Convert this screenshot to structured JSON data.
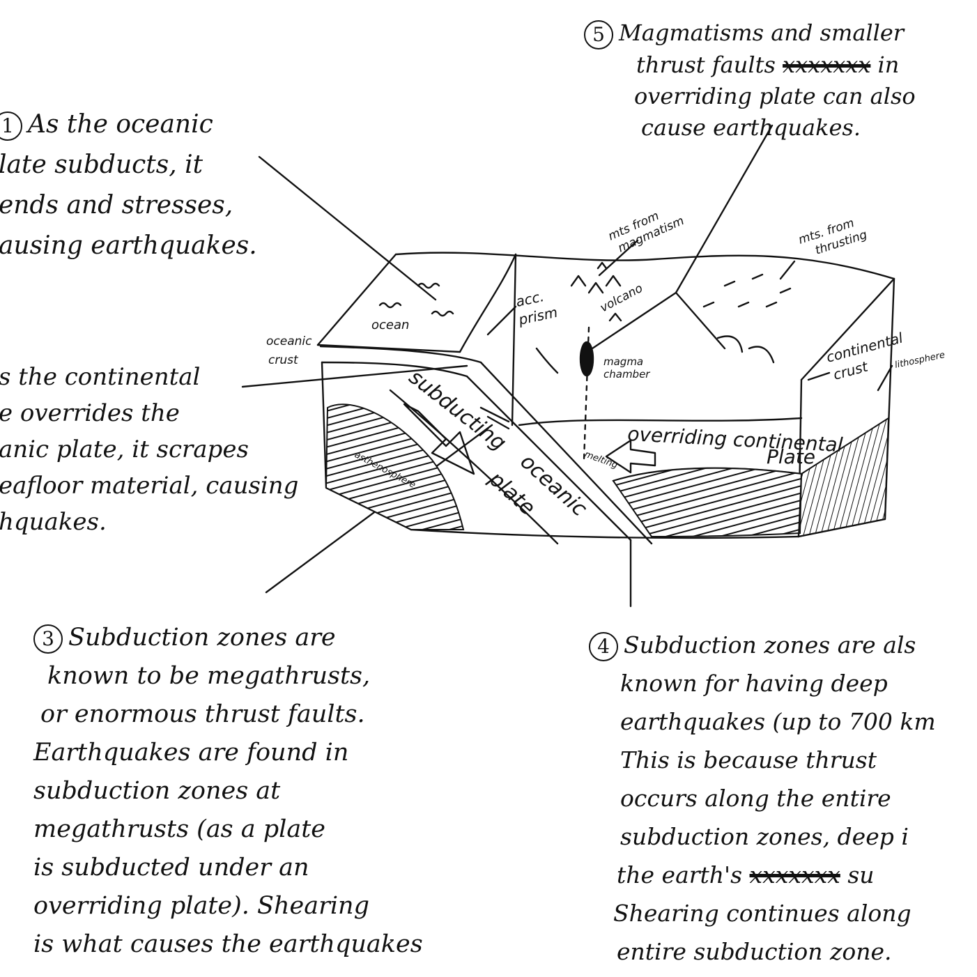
{
  "notes": {
    "note1": {
      "number": "1",
      "lines": [
        "As the oceanic",
        "late subducts, it",
        "ends and stresses,",
        "ausing earthquakes."
      ]
    },
    "note2": {
      "lines": [
        "s the continental",
        "e overrides the",
        "anic plate, it scrapes",
        "eafloor material, causing",
        "hquakes."
      ]
    },
    "note3": {
      "number": "3",
      "lines": [
        "Subduction zones are",
        "known to be megathrusts,",
        "or enormous thrust faults.",
        "Earthquakes are found in",
        "subduction zones at",
        "megathrusts (as a plate",
        "is subducted under an",
        "overriding plate). Shearing",
        "is what causes the earthquakes"
      ]
    },
    "note4": {
      "number": "4",
      "lines": [
        "Subduction zones are als",
        "known for having deep",
        "earthquakes (up to 700 km",
        "This is because thrust",
        "occurs along the entire",
        "subduction zones, deep i",
        "the earth's",
        "Shearing continues along",
        "entire subduction zone."
      ],
      "tail_line7": "su",
      "scribble": "xxxxxxx"
    },
    "note5": {
      "number": "5",
      "lines": [
        "Magmatisms and smaller",
        "thrust faults",
        "overriding plate can also",
        "cause earthquakes."
      ],
      "scribble": "xxxxxxx",
      "tail_line2": "in"
    }
  },
  "labels": {
    "ocean": "ocean",
    "oceanic_crust_1": "oceanic",
    "oceanic_crust_2": "crust",
    "subducting": "subducting",
    "oceanic_plate_1": "oceanic",
    "oceanic_plate_2": "plate",
    "acc_prism_1": "acc.",
    "acc_prism_2": "prism",
    "volcano": "volcano",
    "mts_magmatism_1": "mts from",
    "mts_magmatism_2": "magmatism",
    "mts_thrusting_1": "mts. from",
    "mts_thrusting_2": "thrusting",
    "magma_chamber_1": "magma",
    "magma_chamber_2": "chamber",
    "overriding_1": "overriding continental",
    "overriding_2": "Plate",
    "continental_crust_1": "continental",
    "continental_crust_2": "crust",
    "lithosphere": "lithosphere",
    "melting": "melting",
    "asthenosphere": "asthenosphere"
  }
}
